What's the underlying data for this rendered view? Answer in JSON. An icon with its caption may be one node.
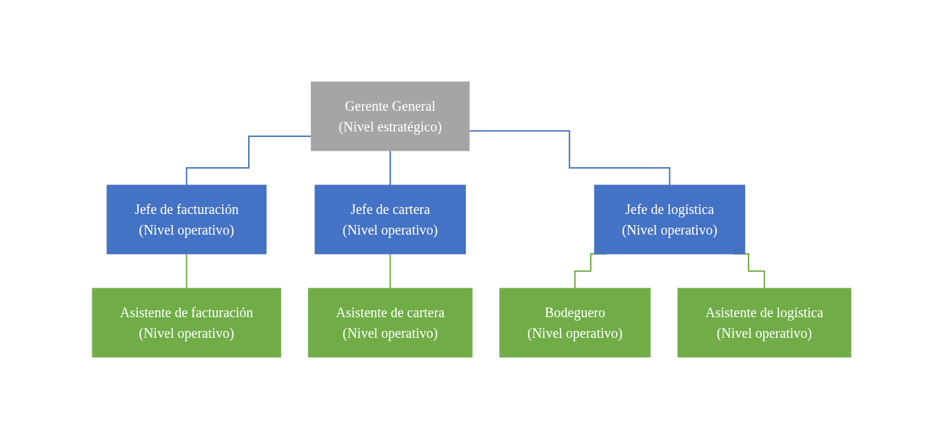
{
  "diagram": {
    "nodes": [
      {
        "text": [
          "Gerente General",
          "(Nivel estratégico)"
        ]
      },
      {
        "text": [
          "Jefe de facturación",
          "(Nivel operativo)"
        ]
      },
      {
        "text": [
          "Jefe de cartera",
          "(Nivel operativo)"
        ]
      },
      {
        "text": [
          "Jefe de logística",
          "(Nivel operativo)"
        ]
      },
      {
        "text": [
          "Asistente de facturación",
          "(Nivel operativo)"
        ]
      },
      {
        "text": [
          "Asistente de cartera",
          "(Nivel operativo)"
        ]
      },
      {
        "text": [
          "Bodeguero",
          "(Nivel operativo)"
        ]
      },
      {
        "text": [
          "Asistente de logística",
          "(Nivel operativo)"
        ]
      }
    ],
    "edges": [
      {
        "from": 0,
        "to": 1,
        "arrow": "none",
        "color": "#4472c4"
      },
      {
        "from": 0,
        "to": 2,
        "arrow": "none",
        "color": "#4472c4"
      },
      {
        "from": 0,
        "to": 3,
        "arrow": "none",
        "color": "#4472c4"
      },
      {
        "from": 1,
        "to": 4,
        "arrow": "none",
        "color": "#70ad47"
      },
      {
        "from": 2,
        "to": 5,
        "arrow": "none",
        "color": "#70ad47"
      },
      {
        "from": 3,
        "to": 6,
        "arrow": "none",
        "color": "#70ad47"
      },
      {
        "from": 3,
        "to": 7,
        "arrow": "none",
        "color": "#70ad47"
      }
    ]
  }
}
